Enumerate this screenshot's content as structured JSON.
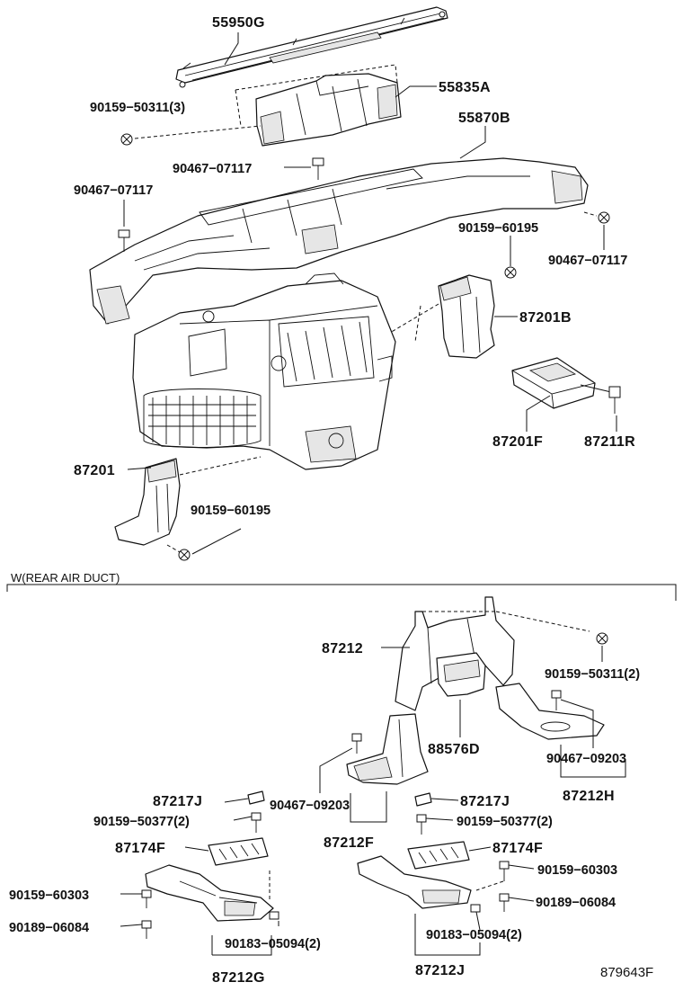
{
  "labels": {
    "p55950G": "55950G",
    "p55835A": "55835A",
    "p90159_50311_3": "90159−50311(3)",
    "p55870B": "55870B",
    "p90467_07117_top": "90467−07117",
    "p90467_07117_left": "90467−07117",
    "p90159_60195_right": "90159−60195",
    "p90467_07117_right": "90467−07117",
    "p87201B": "87201B",
    "p87201F": "87201F",
    "p87211R": "87211R",
    "p87201": "87201",
    "p90159_60195_bottom": "90159−60195",
    "p87212": "87212",
    "p90159_50311_2": "90159−50311(2)",
    "p88576D": "88576D",
    "p90467_09203_right": "90467−09203",
    "p87212H": "87212H",
    "p90467_09203_mid": "90467−09203",
    "p87212F": "87212F",
    "p87217J_left": "87217J",
    "p90159_50377_left": "90159−50377(2)",
    "p87174F_left": "87174F",
    "p90159_60303_left": "90159−60303",
    "p90189_06084_left": "90189−06084",
    "p90183_05094_left": "90183−05094(2)",
    "p87212G": "87212G",
    "p87217J_right": "87217J",
    "p90159_50377_right": "90159−50377(2)",
    "p87174F_right": "87174F",
    "p90159_60303_right": "90159−60303",
    "p90189_06084_right": "90189−06084",
    "p90183_05094_right": "90183−05094(2)",
    "p87212J": "87212J"
  },
  "section_label": "W(REAR AIR DUCT)",
  "reference_code": "879643F",
  "icons": [
    "bolt-icon",
    "clip-icon",
    "screw-icon"
  ]
}
